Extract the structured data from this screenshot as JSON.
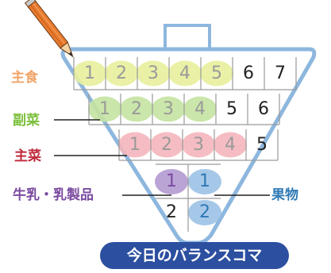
{
  "colors": {
    "outline": "#8db7de",
    "grid": "#9a9a9a",
    "shushoku": "#f0a56a",
    "fukusai": "#7cbf3a",
    "shusai": "#c0293b",
    "milk": "#7b4aa0",
    "fruit": "#2f79b5",
    "badge": "#2c4fa0",
    "blob_yellow": "#e8ef9c",
    "blob_green": "#c4e3a1",
    "blob_pink": "#f4b6bc",
    "blob_purple": "#b39ad0",
    "blob_blue": "#9cc2e6"
  },
  "labels": {
    "shushoku": "主食",
    "fukusai": "副菜",
    "shusai": "主菜",
    "milk": "牛乳・乳製品",
    "fruit": "果物"
  },
  "title": "今日のバランスコマ",
  "rows": {
    "shushoku": [
      "1",
      "2",
      "3",
      "4",
      "5",
      "6",
      "7"
    ],
    "fukusai": [
      "1",
      "2",
      "3",
      "4",
      "5",
      "6"
    ],
    "shusai": [
      "1",
      "2",
      "3",
      "4",
      "5"
    ],
    "milk": [
      "1",
      "2"
    ],
    "fruit": [
      "1",
      "2"
    ]
  },
  "filled": {
    "shushoku": 5,
    "fukusai": 4,
    "shusai": 4,
    "milk": 1,
    "fruit": 2
  }
}
